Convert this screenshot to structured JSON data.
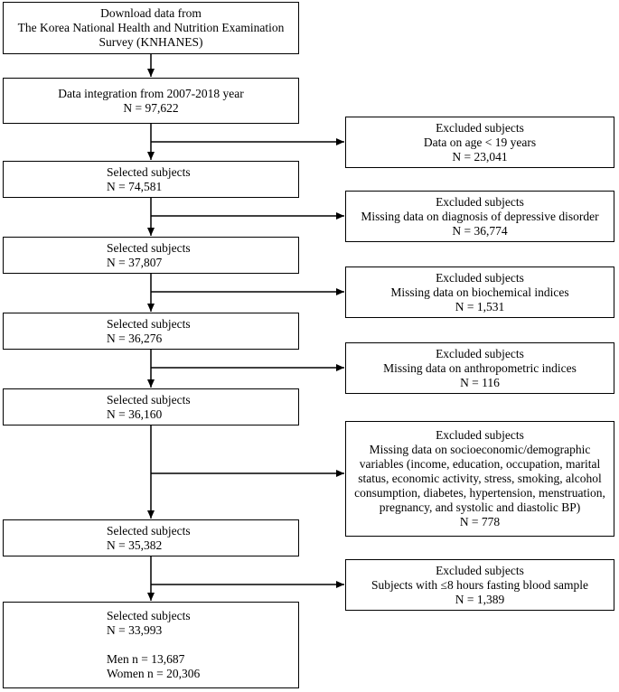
{
  "main_boxes": [
    {
      "id": "download",
      "lines": [
        "Download data from",
        "The Korea National Health and Nutrition Examination",
        "Survey (KNHANES)"
      ]
    },
    {
      "id": "integration",
      "lines": [
        "Data integration from 2007-2018 year",
        "N = 97,622"
      ]
    },
    {
      "id": "selected1",
      "lines": [
        "Selected subjects",
        "N = 74,581"
      ]
    },
    {
      "id": "selected2",
      "lines": [
        "Selected subjects",
        "N = 37,807"
      ]
    },
    {
      "id": "selected3",
      "lines": [
        "Selected subjects",
        "N = 36,276"
      ]
    },
    {
      "id": "selected4",
      "lines": [
        "Selected subjects",
        "N = 36,160"
      ]
    },
    {
      "id": "selected5",
      "lines": [
        "Selected subjects",
        "N = 35,382"
      ]
    },
    {
      "id": "final",
      "lines": [
        "Selected subjects",
        "N = 33,993",
        "",
        "Men n = 13,687",
        "Women n = 20,306"
      ]
    }
  ],
  "excluded_boxes": [
    {
      "id": "excl1",
      "lines": [
        "Excluded subjects",
        "Data on age < 19 years",
        "N = 23,041"
      ]
    },
    {
      "id": "excl2",
      "lines": [
        "Excluded subjects",
        "Missing data on diagnosis of depressive disorder",
        "N = 36,774"
      ]
    },
    {
      "id": "excl3",
      "lines": [
        "Excluded subjects",
        "Missing data on biochemical indices",
        "N = 1,531"
      ]
    },
    {
      "id": "excl4",
      "lines": [
        "Excluded subjects",
        "Missing data on anthropometric indices",
        "N = 116"
      ]
    },
    {
      "id": "excl5",
      "lines": [
        "Excluded subjects",
        "Missing data on socioeconomic/demographic variables (income, education, occupation, marital status, economic activity, stress, smoking, alcohol consumption, diabetes, hypertension, menstruation, pregnancy, and systolic and diastolic BP)",
        "N = 778"
      ]
    },
    {
      "id": "excl6",
      "lines": [
        "Excluded subjects",
        "Subjects with ≤8 hours fasting blood sample",
        "N = 1,389"
      ]
    }
  ]
}
